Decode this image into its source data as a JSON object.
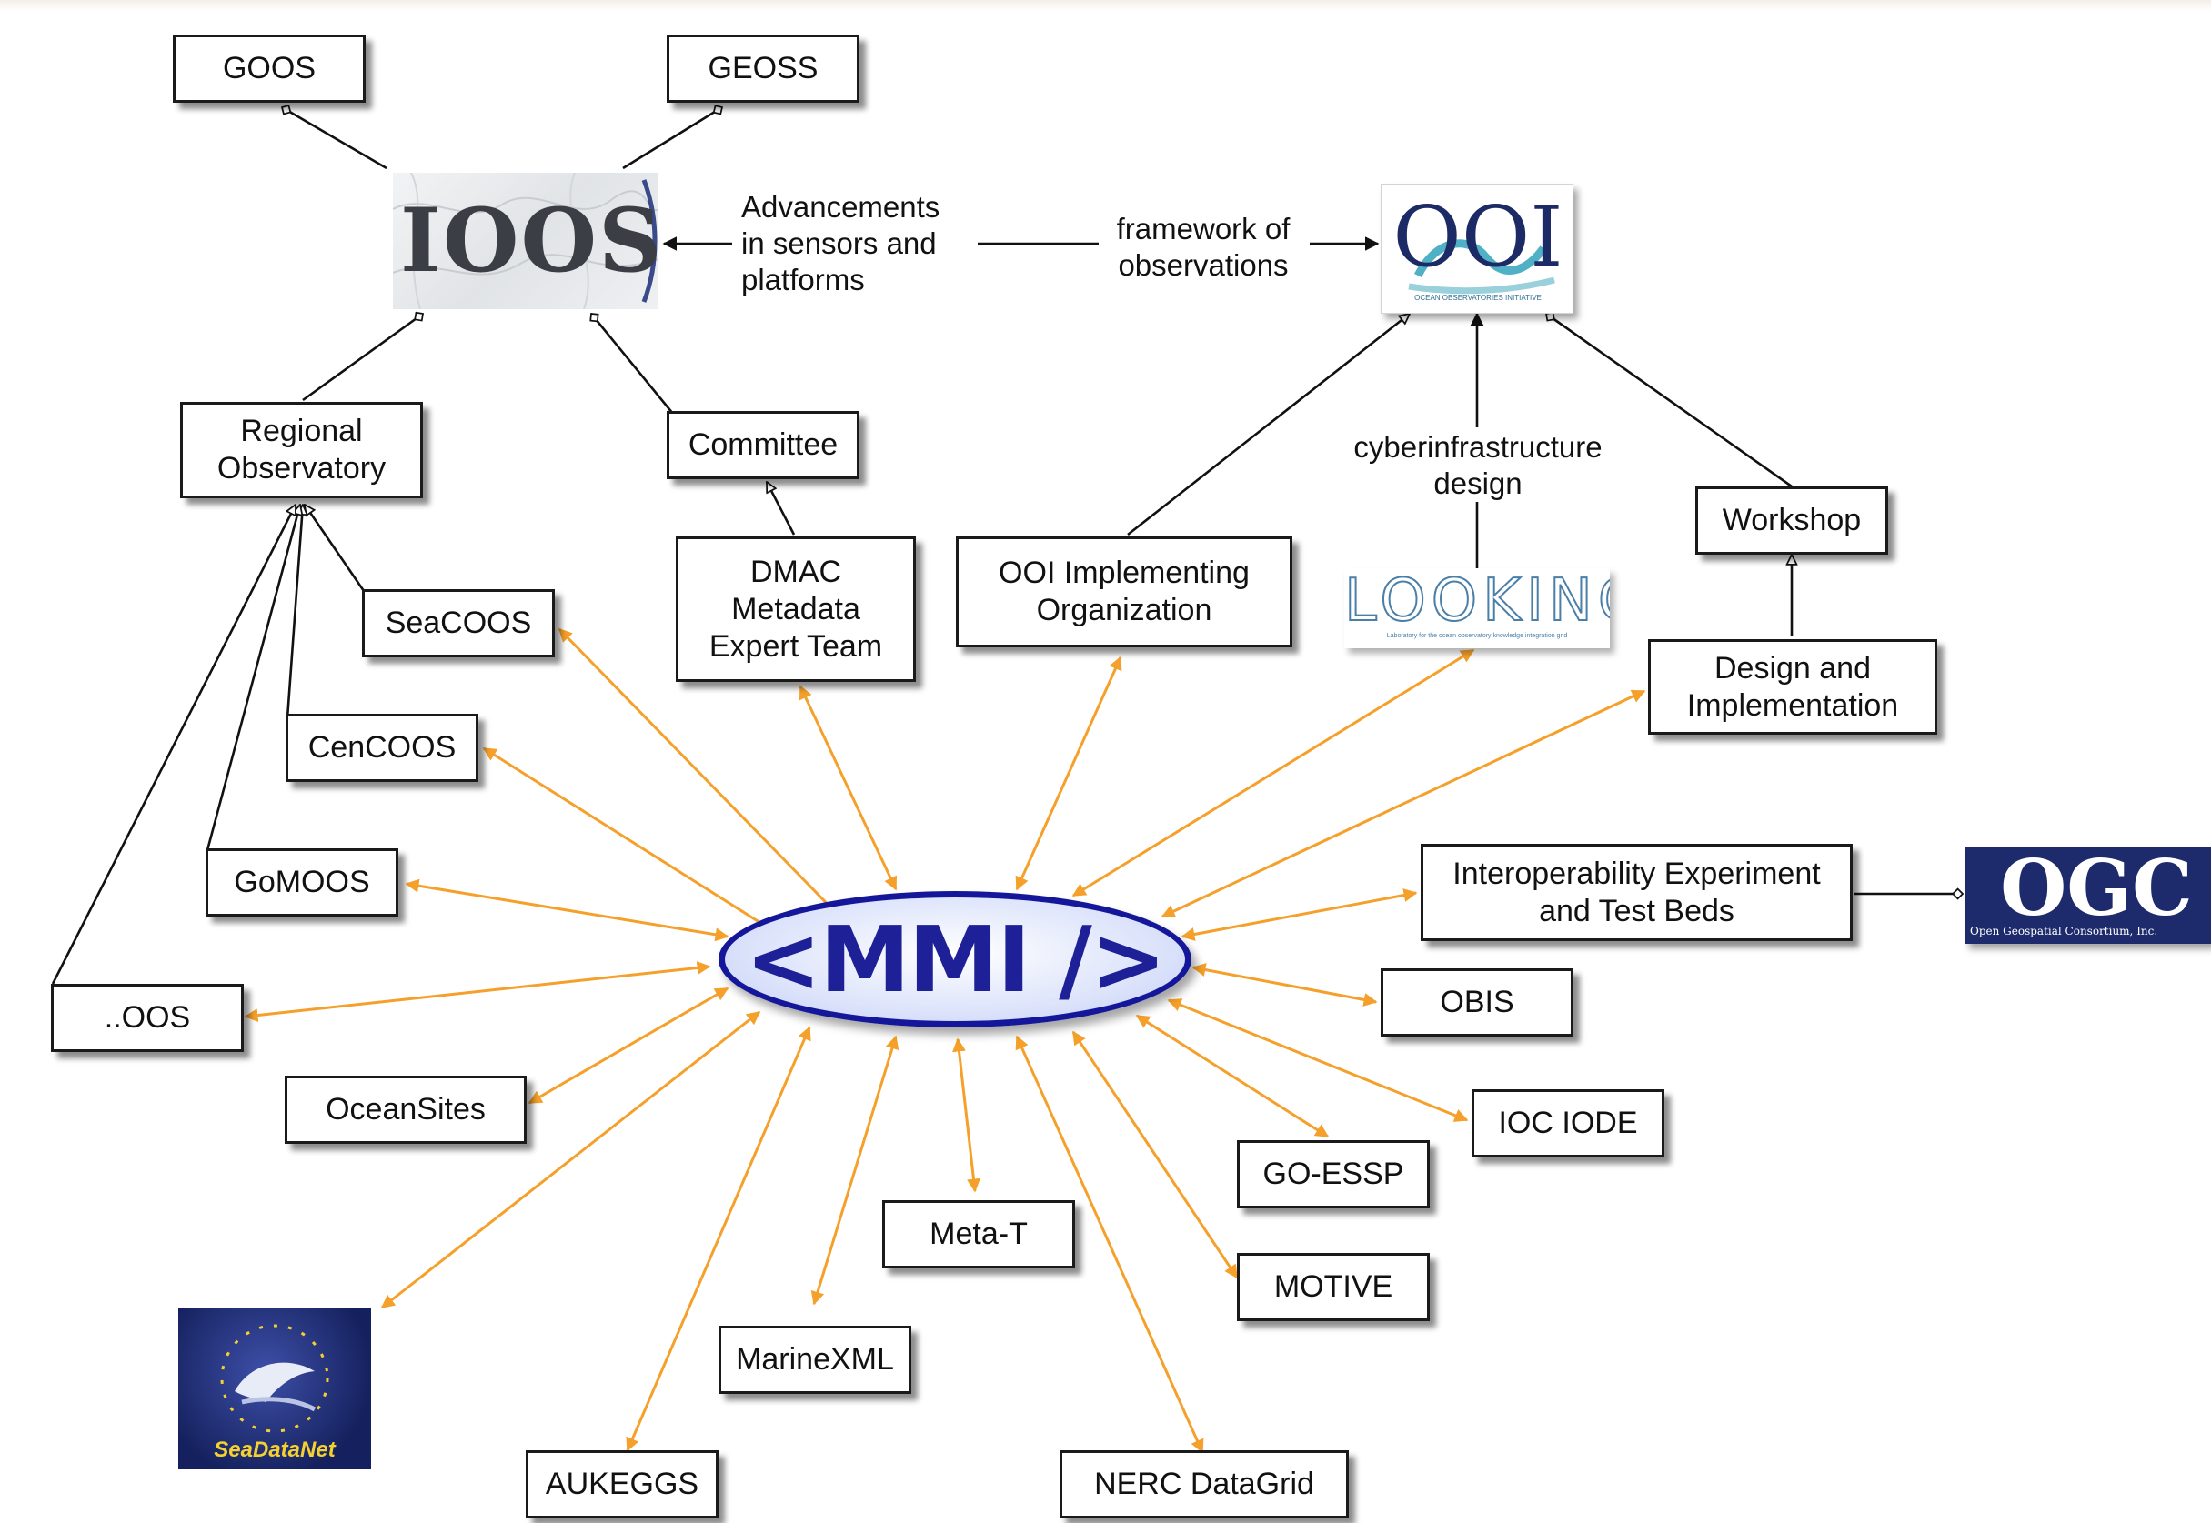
{
  "nodes": {
    "goos": "GOOS",
    "geoss": "GEOSS",
    "regional_observatory": "Regional\nObservatory",
    "committee": "Committee",
    "dmac": "DMAC\nMetadata\nExpert Team",
    "ooi_impl": "OOI Implementing\nOrganization",
    "workshop": "Workshop",
    "design_impl": "Design and\nImplementation",
    "seacoos": "SeaCOOS",
    "cencoos": "CenCOOS",
    "gomoos": "GoMOOS",
    "oos": "..OOS",
    "oceansites": "OceanSites",
    "interop": "Interoperability Experiment\nand Test Beds",
    "obis": "OBIS",
    "ioc_iode": "IOC IODE",
    "go_essp": "GO-ESSP",
    "motive": "MOTIVE",
    "meta_t": "Meta-T",
    "marinexml": "MarineXML",
    "aukeggs": "AUKEGGS",
    "nerc": "NERC DataGrid"
  },
  "labels": {
    "advancements": "Advancements\nin sensors and\nplatforms",
    "framework": "framework of\nobservations",
    "cyber": "cyberinfrastructure\ndesign"
  },
  "center": {
    "mmi": "<MMI />"
  },
  "logos": {
    "ioos": "IOOS",
    "ooi": "OOI",
    "ooi_sub": "OCEAN OBSERVATORIES INITIATIVE",
    "looking": "LOOKING",
    "looking_sub": "Laboratory for the ocean observatory knowledge integration grid",
    "ogc": "OGC",
    "ogc_sub": "Open Geospatial Consortium, Inc.",
    "seadatanet": "SeaDataNet"
  },
  "colors": {
    "orange_link": "#f5a02a",
    "black_link": "#111111",
    "mmi_blue": "#1d2096",
    "logo_navy": "#1c2a66"
  }
}
